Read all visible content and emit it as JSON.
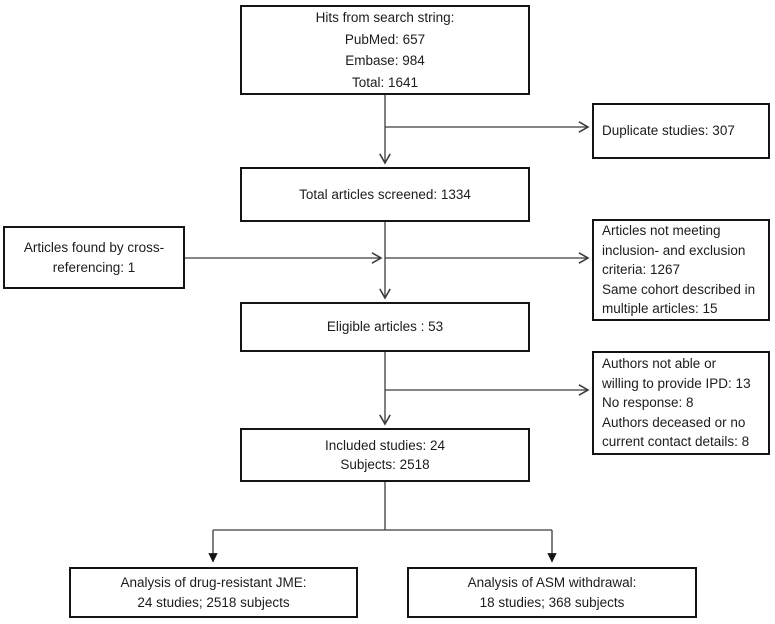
{
  "boxes": {
    "hits": {
      "lines": [
        "Hits from search string:",
        "PubMed: 657",
        "Embase: 984",
        "Total: 1641"
      ]
    },
    "duplicates": {
      "lines": [
        "Duplicate studies: 307"
      ]
    },
    "screened": {
      "lines": [
        "Total articles screened: 1334"
      ]
    },
    "cross_referencing": {
      "lines": [
        "Articles found by cross-",
        "referencing: 1"
      ]
    },
    "exclusions": {
      "lines": [
        "Articles not meeting",
        "inclusion- and exclusion",
        "criteria: 1267",
        "Same cohort described in",
        "multiple articles: 15"
      ]
    },
    "eligible": {
      "lines": [
        "Eligible articles : 53"
      ]
    },
    "no_ipd": {
      "lines": [
        "Authors not able or",
        "willing to provide IPD: 13",
        "No response: 8",
        "Authors deceased or no",
        "current contact details: 8"
      ]
    },
    "included": {
      "lines": [
        "Included studies: 24",
        "Subjects: 2518"
      ]
    },
    "analysis_jme": {
      "lines": [
        "Analysis of drug-resistant JME:",
        "24 studies; 2518 subjects"
      ]
    },
    "analysis_asm": {
      "lines": [
        "Analysis of ASM withdrawal:",
        "18 studies; 368 subjects"
      ]
    }
  },
  "colors": {
    "box_border": "#141414",
    "connector_line": "#3c3c3c",
    "arrowhead_solid": "#141414",
    "background": "#ffffff",
    "text": "#1c1c1c"
  }
}
